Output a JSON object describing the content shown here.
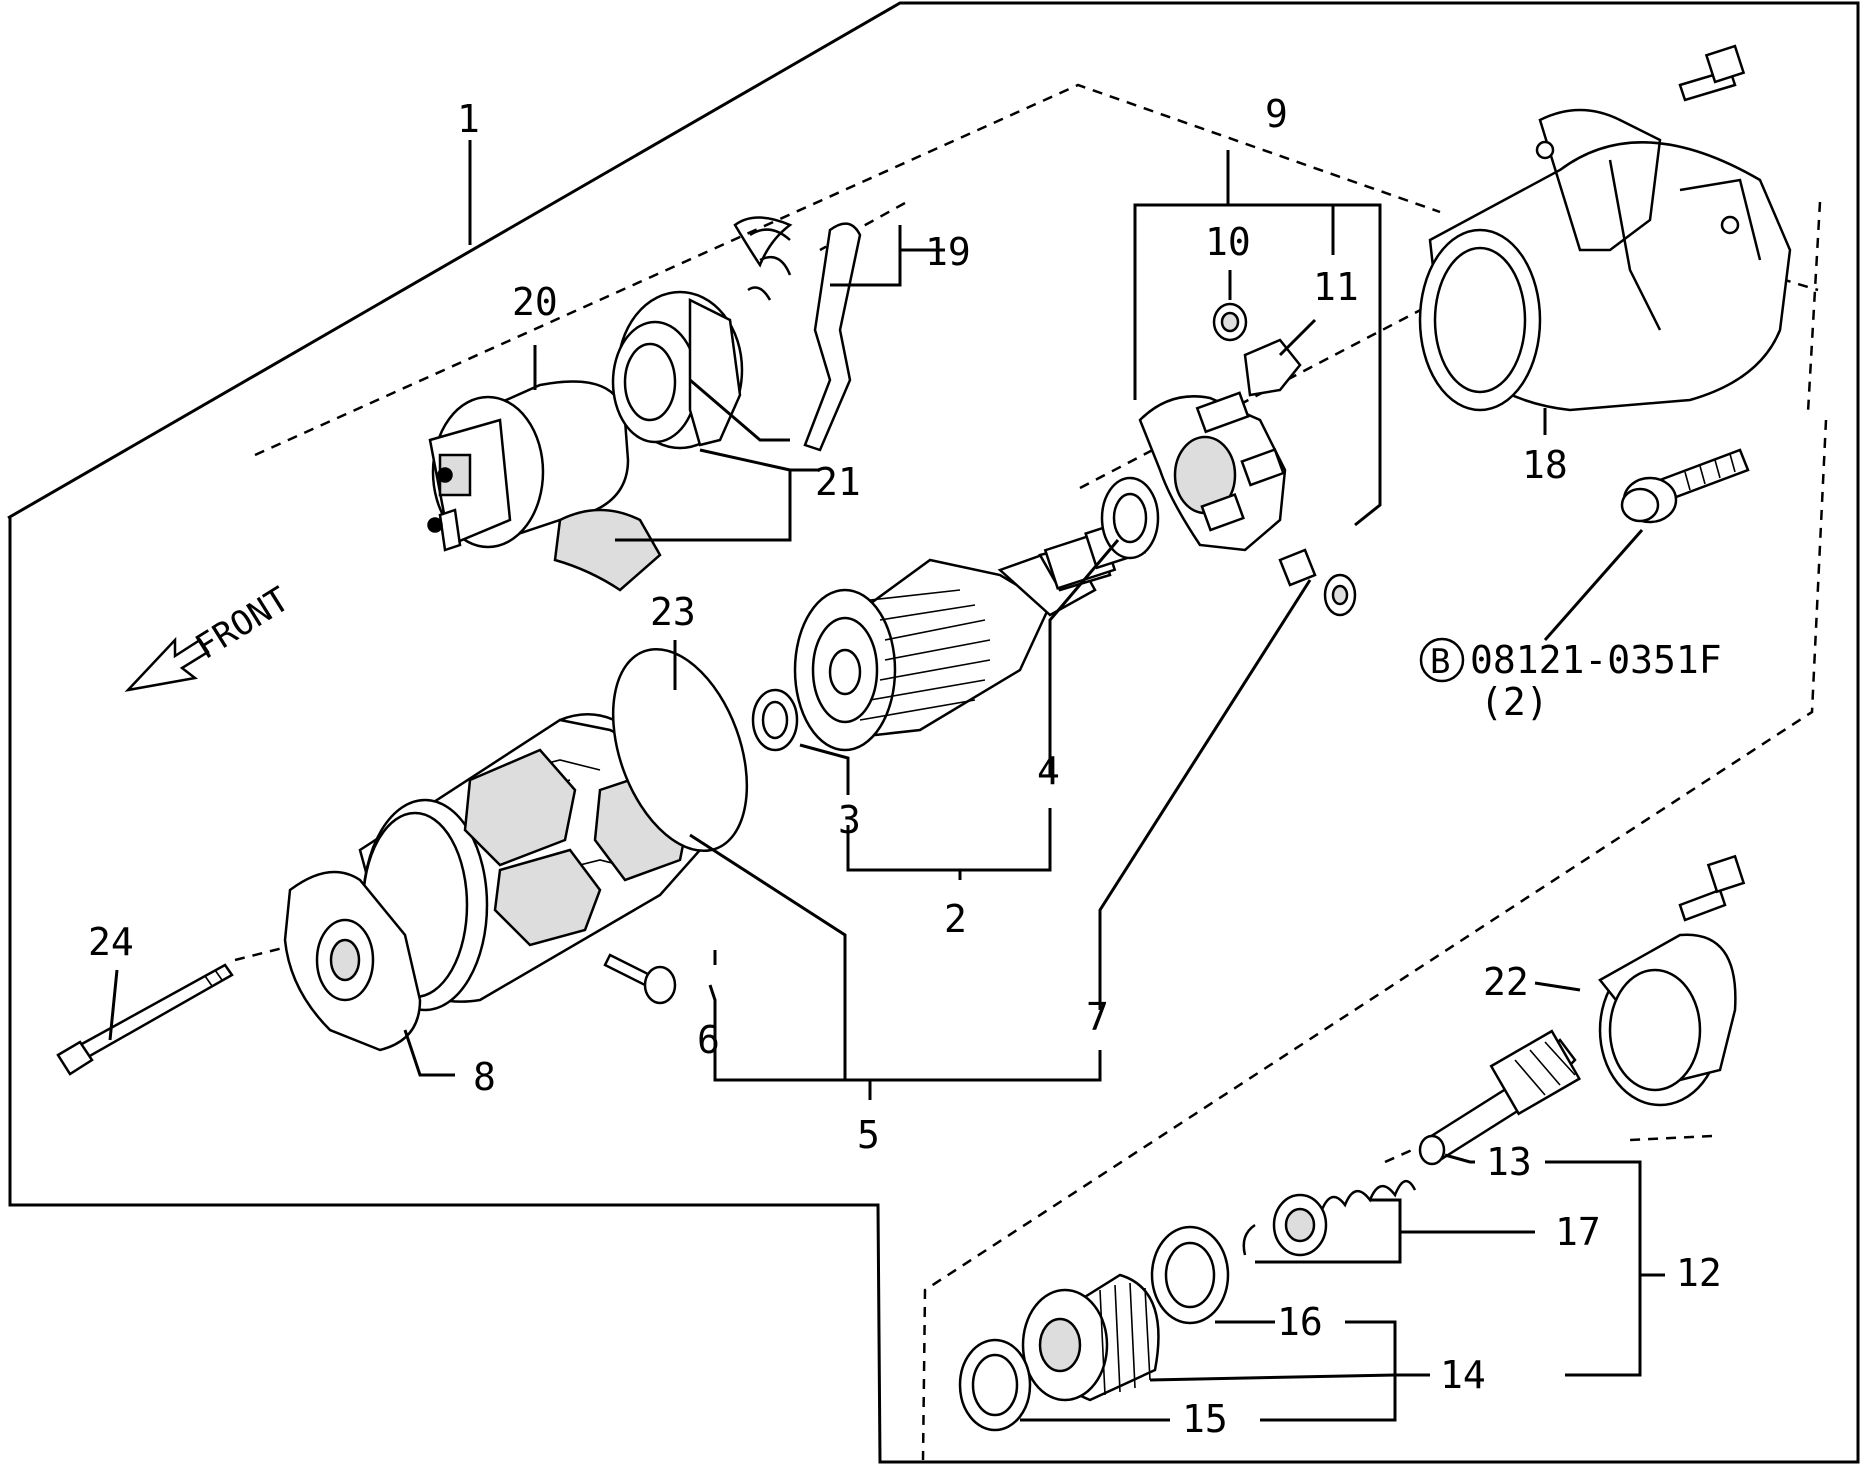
{
  "callouts": [
    {
      "id": "c1",
      "text": "1"
    },
    {
      "id": "c2",
      "text": "2"
    },
    {
      "id": "c3",
      "text": "3"
    },
    {
      "id": "c4",
      "text": "4"
    },
    {
      "id": "c5",
      "text": "5"
    },
    {
      "id": "c6",
      "text": "6"
    },
    {
      "id": "c7",
      "text": "7"
    },
    {
      "id": "c8",
      "text": "8"
    },
    {
      "id": "c9",
      "text": "9"
    },
    {
      "id": "c10",
      "text": "10"
    },
    {
      "id": "c11",
      "text": "11"
    },
    {
      "id": "c12",
      "text": "12"
    },
    {
      "id": "c13",
      "text": "13"
    },
    {
      "id": "c14",
      "text": "14"
    },
    {
      "id": "c15",
      "text": "15"
    },
    {
      "id": "c16",
      "text": "16"
    },
    {
      "id": "c17",
      "text": "17"
    },
    {
      "id": "c18",
      "text": "18"
    },
    {
      "id": "c19",
      "text": "19"
    },
    {
      "id": "c20",
      "text": "20"
    },
    {
      "id": "c21",
      "text": "21"
    },
    {
      "id": "c22",
      "text": "22"
    },
    {
      "id": "c23",
      "text": "23"
    },
    {
      "id": "c24",
      "text": "24"
    }
  ],
  "front_label": "FRONT",
  "bolt_callout": {
    "symbol": "B",
    "part_number": "08121-0351F",
    "quantity": "(2)"
  }
}
